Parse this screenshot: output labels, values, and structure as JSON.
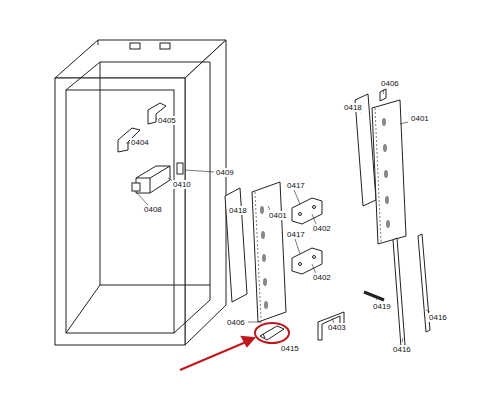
{
  "diagram": {
    "labels": [
      "0406",
      "0418",
      "0401",
      "0404",
      "0405",
      "0409",
      "0410",
      "0408",
      "0418",
      "0401",
      "0417",
      "0402",
      "0417",
      "0402",
      "0406",
      "0415",
      "0403",
      "0419",
      "0416",
      "0416"
    ]
  }
}
